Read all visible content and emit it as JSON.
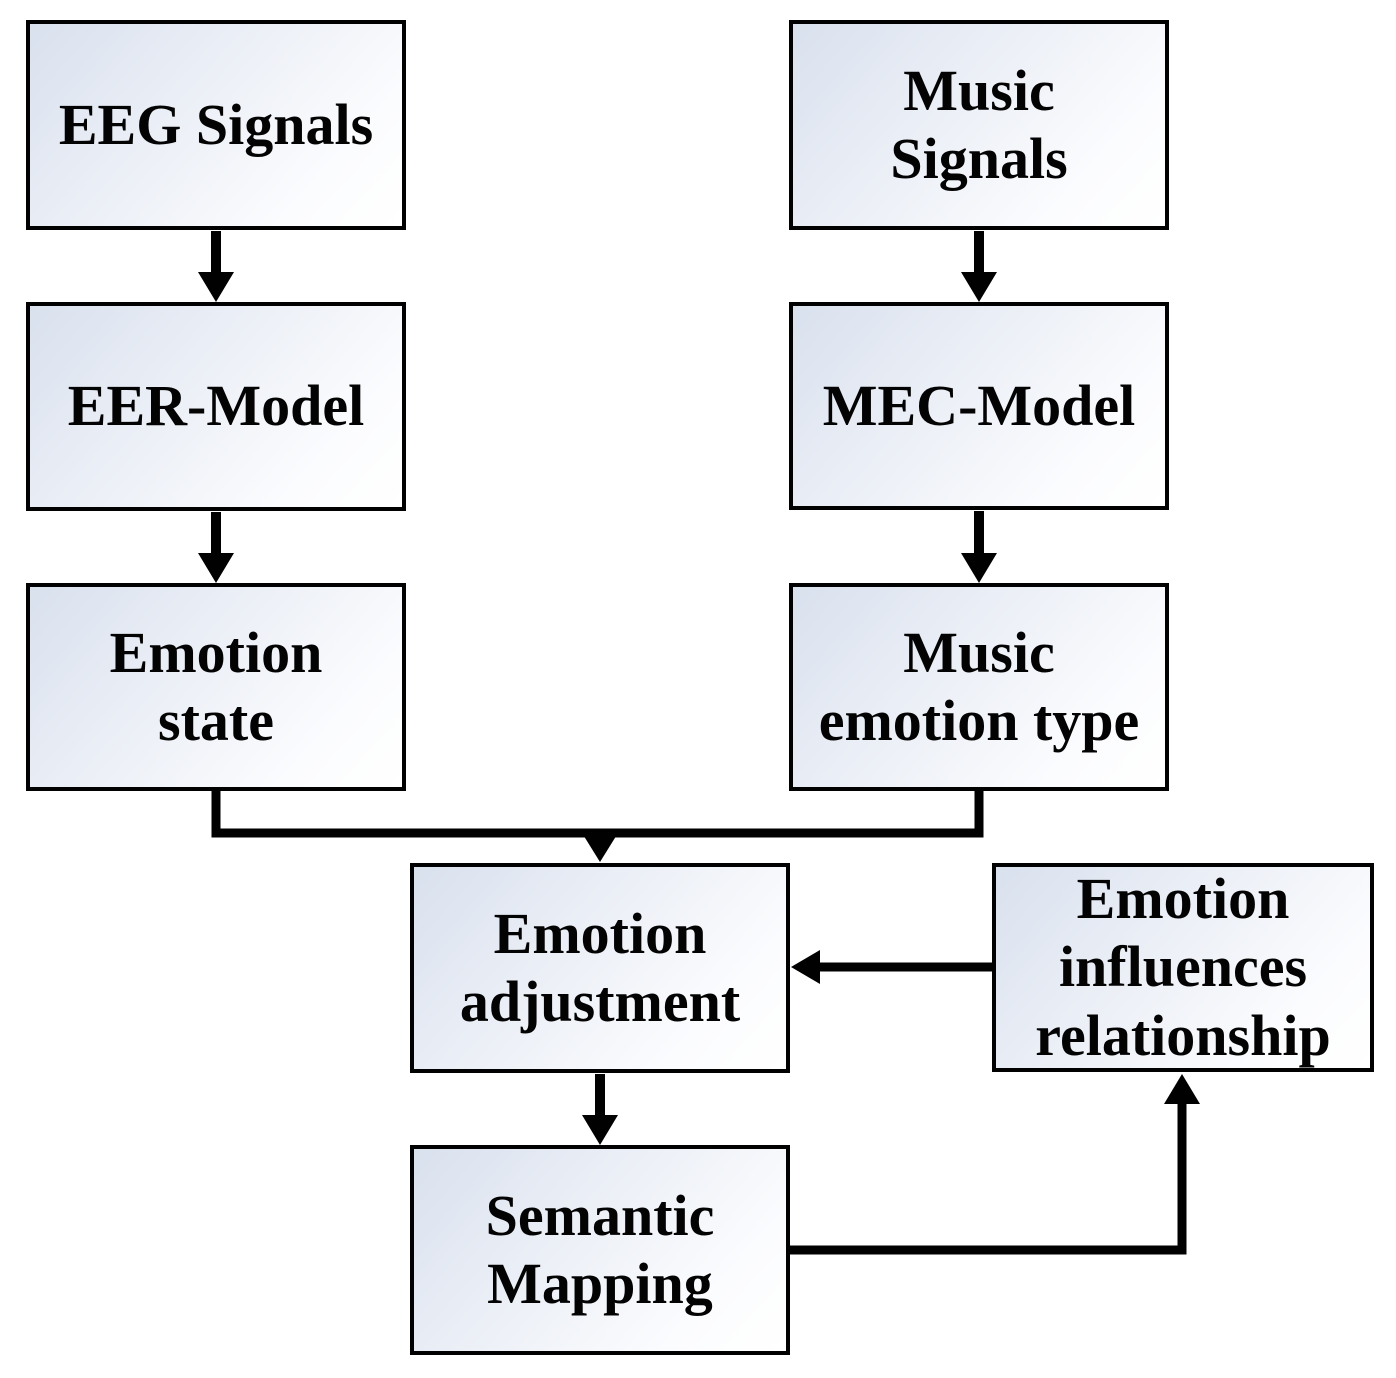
{
  "diagram": {
    "background": "#ffffff",
    "box_border_color": "#010101",
    "box_fill_gradient_start": "#d9e1ee",
    "box_fill_gradient_end": "#ffffff",
    "arrow_color": "#010101",
    "text_color": "#030303",
    "nodes": [
      {
        "id": "eeg-signals",
        "label": "EEG Signals"
      },
      {
        "id": "music-signals",
        "label": "Music\nSignals"
      },
      {
        "id": "eer-model",
        "label": "EER-Model"
      },
      {
        "id": "mec-model",
        "label": "MEC-Model"
      },
      {
        "id": "emotion-state",
        "label": "Emotion\nstate"
      },
      {
        "id": "music-emotion-type",
        "label": "Music\nemotion type"
      },
      {
        "id": "emotion-adjustment",
        "label": "Emotion\nadjustment"
      },
      {
        "id": "emotion-influences-relationship",
        "label": "Emotion\ninfluences\nrelationship"
      },
      {
        "id": "semantic-mapping",
        "label": "Semantic\nMapping"
      }
    ],
    "edges": [
      {
        "from": "EEG Signals",
        "to": "EER-Model",
        "direction": "down"
      },
      {
        "from": "Music Signals",
        "to": "MEC-Model",
        "direction": "down"
      },
      {
        "from": "EER-Model",
        "to": "Emotion state",
        "direction": "down"
      },
      {
        "from": "MEC-Model",
        "to": "Music emotion type",
        "direction": "down"
      },
      {
        "from": "Emotion state",
        "to": "Emotion adjustment",
        "direction": "merge-down"
      },
      {
        "from": "Music emotion type",
        "to": "Emotion adjustment",
        "direction": "merge-down"
      },
      {
        "from": "Emotion influences relationship",
        "to": "Emotion adjustment",
        "direction": "left"
      },
      {
        "from": "Emotion adjustment",
        "to": "Semantic Mapping",
        "direction": "down"
      },
      {
        "from": "Semantic Mapping",
        "to": "Emotion influences relationship",
        "direction": "right-up"
      }
    ]
  }
}
